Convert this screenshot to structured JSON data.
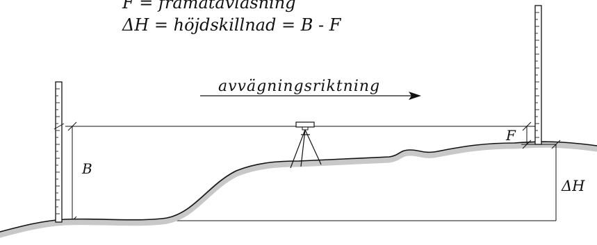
{
  "legend": {
    "foresight_line": "F  = framåtavläsning",
    "difference_line": "ΔH = höjdskillnad = B - F"
  },
  "direction_label": "avvägningsriktning",
  "labels": {
    "backsight": "B",
    "foresight": "F",
    "height_difference": "ΔH"
  }
}
